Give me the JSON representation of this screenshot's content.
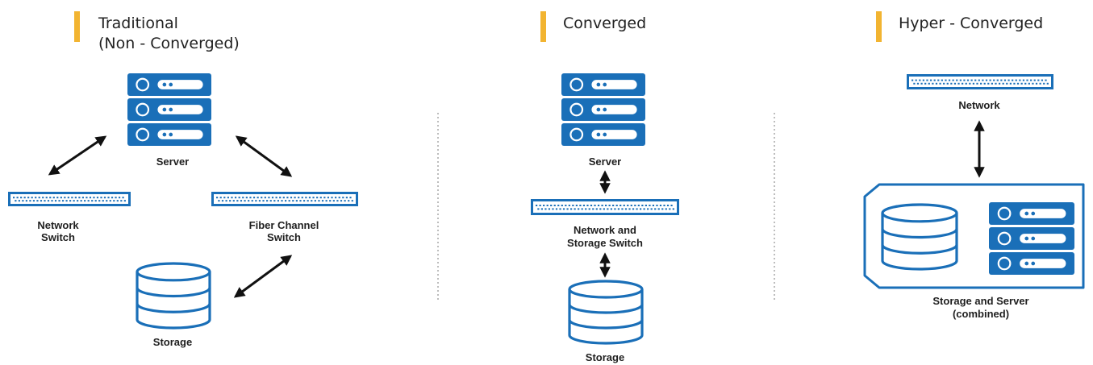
{
  "colors": {
    "accent": "#f2b431",
    "icon_blue": "#1a6fb8",
    "arrow": "#111111",
    "divider": "#bdbdbd"
  },
  "panels": [
    {
      "title_lines": [
        "Traditional",
        "(Non - Converged)"
      ],
      "server_label": "Server",
      "network_switch_label_lines": [
        "Network",
        "Switch"
      ],
      "fiber_switch_label_lines": [
        "Fiber Channel",
        "Switch"
      ],
      "storage_label": "Storage"
    },
    {
      "title": "Converged",
      "server_label": "Server",
      "switch_label_lines": [
        "Network and",
        "Storage Switch"
      ],
      "storage_label": "Storage"
    },
    {
      "title": "Hyper - Converged",
      "network_label": "Network",
      "combined_label_lines": [
        "Storage and Server",
        "(combined)"
      ]
    }
  ]
}
